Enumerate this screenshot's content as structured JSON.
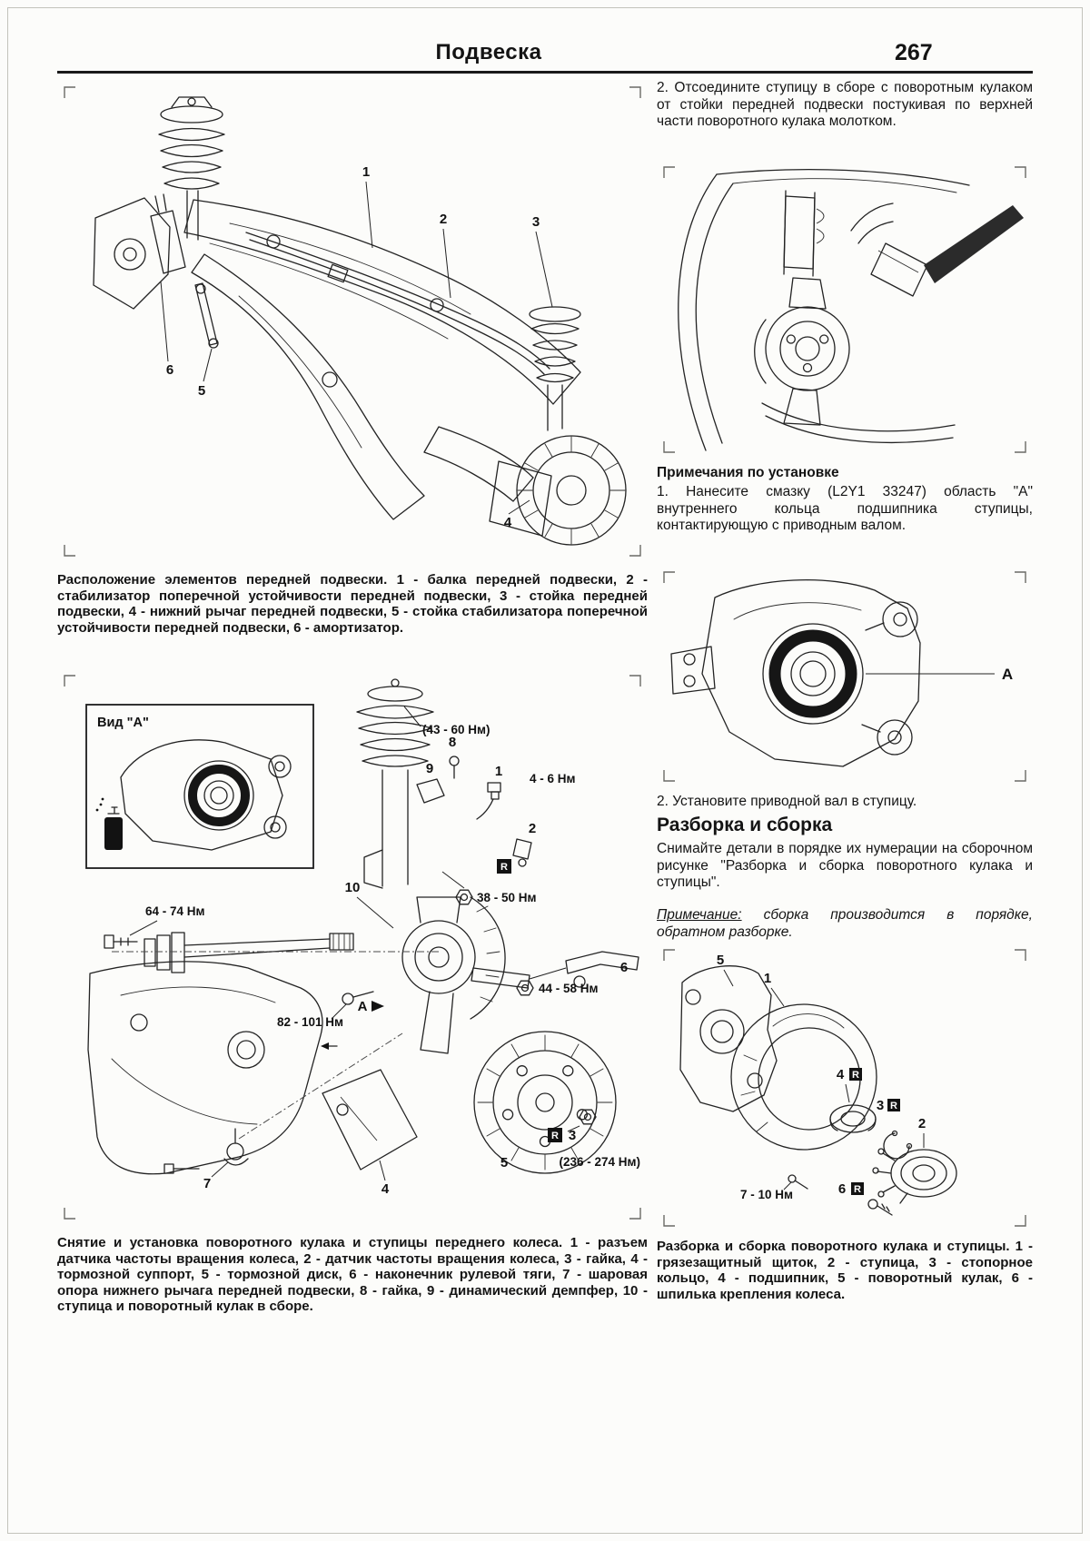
{
  "header": {
    "title": "Подвеска",
    "page_number": "267"
  },
  "fig_overview": {
    "callouts": [
      "1",
      "2",
      "3",
      "4",
      "5",
      "6"
    ],
    "caption": "Расположение элементов передней подвески. 1 - балка передней подвески, 2 - стабилизатор поперечной устойчивости передней подвески, 3 - стойка передней подвески, 4 - нижний рычаг передней подвески, 5 - стойка стабилизатора поперечной устойчивости передней подвески, 6 - амортизатор."
  },
  "fig_removal": {
    "view_label": "Вид \"А\"",
    "area_label": "А",
    "replace_badge": "R",
    "torques": {
      "strut_nut": "(43 - 60 Нм)",
      "sensor_bolt": "4 - 6 Нм",
      "strut_knuckle": "38 - 50 Нм",
      "axle_bolt": "64 - 74 Нм",
      "balljoint_bolt": "82 - 101 Нм",
      "tierod_nut": "44 - 58 Нм",
      "hub_nut": "(236 - 274 Нм)"
    },
    "callouts": [
      "1",
      "2",
      "3",
      "4",
      "5",
      "6",
      "7",
      "8",
      "9",
      "10"
    ],
    "caption": "Снятие и установка поворотного кулака и ступицы переднего колеса. 1 - разъем датчика частоты вращения колеса, 2 - датчик частоты вращения колеса, 3 - гайка, 4 - тормозной суппорт, 5 - тормозной диск, 6 - наконечник рулевой тяги, 7 - шаровая опора нижнего рычага передней подвески, 8 - гайка, 9 - динамический демпфер, 10 - ступица и поворотный кулак в сборе."
  },
  "right_column": {
    "step_detach": "2. Отсоедините ступицу в сборе с поворотным кулаком от стойки передней подвески постукивая по верхней части поворотного кулака молотком.",
    "install_notes_title": "Примечания по установке",
    "install_note": "1. Нанесите смазку (L2Y1 33247) область \"А\" внутреннего кольца подшипника ступицы, контактирующую с приводным валом.",
    "bearing_area_label": "А",
    "step_install": "2. Установите приводной вал в ступицу.",
    "section_title": "Разборка и сборка",
    "section_body": "Снимайте детали в порядке их нумерации на сборочном рисунке \"Разборка и сборка поворотного кулака и ступицы\".",
    "note_label": "Примечание:",
    "note_body": "сборка производится в порядке, обратном разборке."
  },
  "fig_disassembly": {
    "torque": "7 - 10 Нм",
    "replace_badge": "R",
    "callouts": [
      "1",
      "2",
      "3",
      "4",
      "5",
      "6"
    ],
    "caption": "Разборка и сборка поворотного кулака и ступицы. 1 - грязезащитный щиток, 2 - ступица, 3 - стопорное кольцо, 4 - подшипник, 5 - поворотный кулак, 6 - шпилька крепления колеса."
  }
}
